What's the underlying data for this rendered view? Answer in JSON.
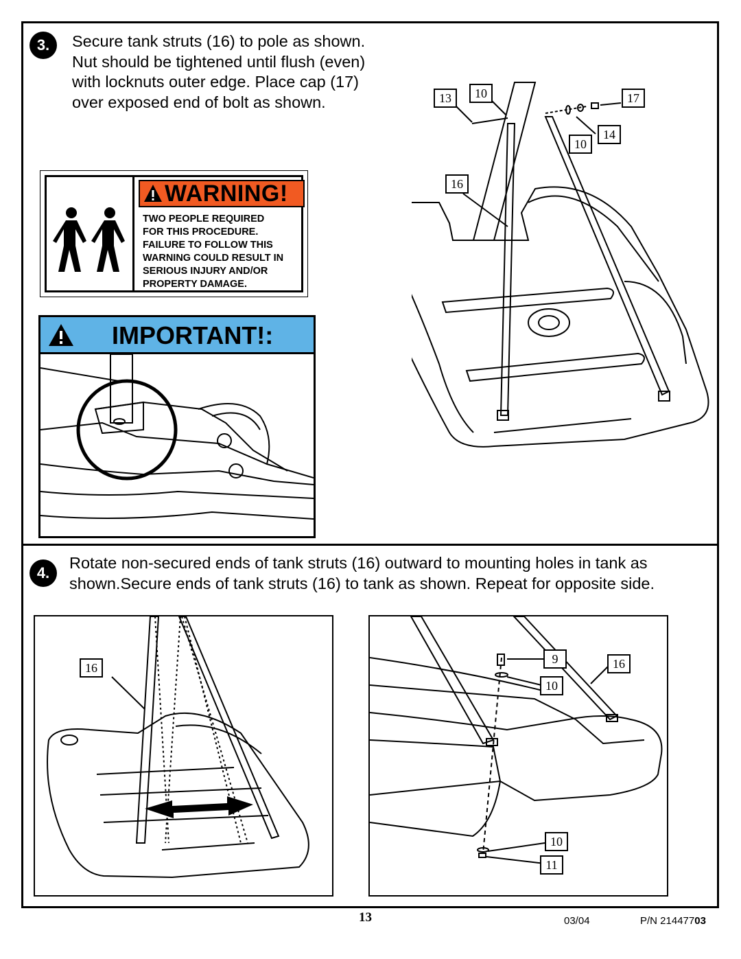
{
  "step3": {
    "number": "3.",
    "lines": [
      "Secure tank struts (16) to pole as shown.",
      "Nut should be tightened until flush (even)",
      "with locknuts outer edge. Place cap (17)",
      "over exposed end of bolt as shown."
    ],
    "callouts": {
      "c13": "13",
      "c10a": "10",
      "c17": "17",
      "c14": "14",
      "c10b": "10",
      "c16": "16"
    }
  },
  "warning": {
    "title": "WARNING!",
    "lines": [
      "TWO PEOPLE REQUIRED",
      "FOR THIS PROCEDURE.",
      "FAILURE TO FOLLOW THIS",
      "WARNING COULD RESULT IN",
      "SERIOUS INJURY AND/OR",
      "PROPERTY DAMAGE."
    ],
    "icon": "two-people-icon",
    "color": "#f15a22"
  },
  "important": {
    "title": "IMPORTANT!:",
    "color": "#5fb3e6"
  },
  "step4": {
    "number": "4.",
    "lines": [
      "Rotate non-secured ends of tank struts (16) outward to mounting holes in tank as",
      "shown.Secure ends of tank struts (16) to tank as shown.  Repeat for opposite side."
    ],
    "left_callouts": {
      "c16": "16"
    },
    "right_callouts": {
      "c9": "9",
      "c16": "16",
      "c10a": "10",
      "c10b": "10",
      "c11": "11"
    }
  },
  "footer": {
    "page": "13",
    "date": "03/04",
    "pn_prefix": "P/N 214477",
    "pn_suffix": "03"
  }
}
